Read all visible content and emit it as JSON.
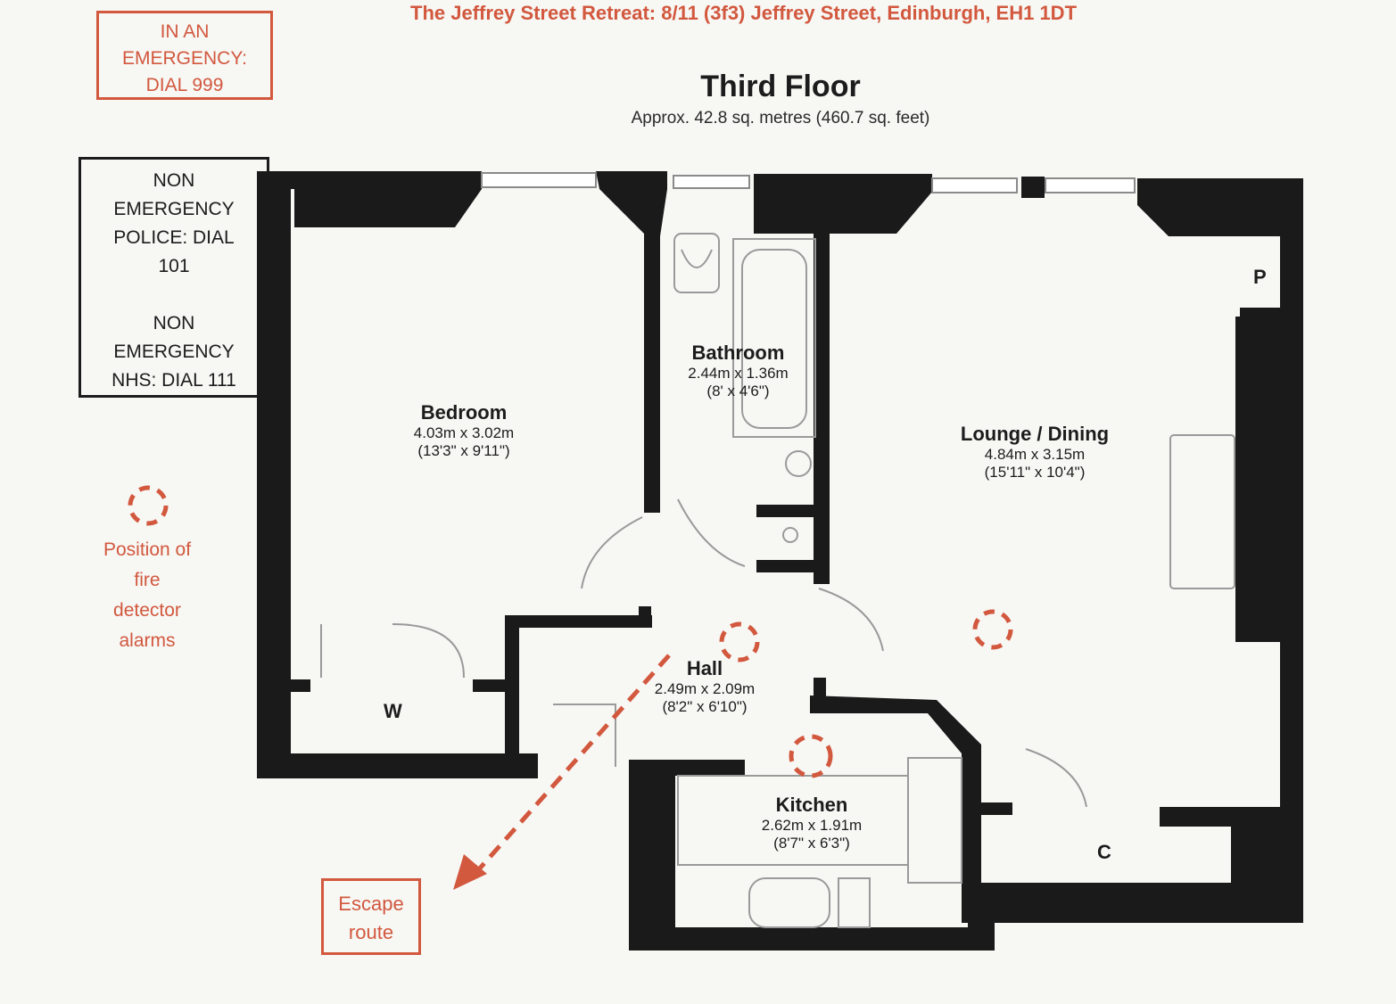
{
  "header": {
    "address": "The Jeffrey Street Retreat: 8/11 (3f3) Jeffrey Street, Edinburgh, EH1 1DT",
    "floor_title": "Third Floor",
    "floor_area": "Approx. 42.8 sq. metres (460.7 sq. feet)"
  },
  "emergency": {
    "line1": "IN AN",
    "line2": "EMERGENCY:",
    "line3": "DIAL 999"
  },
  "non_emergency": {
    "police_line1": "NON",
    "police_line2": "EMERGENCY",
    "police_line3": "POLICE: DIAL",
    "police_line4": "101",
    "nhs_line1": "NON",
    "nhs_line2": "EMERGENCY",
    "nhs_line3": "NHS: DIAL 111"
  },
  "legend": {
    "line1": "Position of",
    "line2": "fire",
    "line3": "detector",
    "line4": "alarms"
  },
  "escape": {
    "line1": "Escape",
    "line2": "route"
  },
  "rooms": {
    "bedroom": {
      "name": "Bedroom",
      "metric": "4.03m x 3.02m",
      "imperial": "(13'3\" x 9'11\")"
    },
    "bathroom": {
      "name": "Bathroom",
      "metric": "2.44m x 1.36m",
      "imperial": "(8' x 4'6\")"
    },
    "lounge": {
      "name": "Lounge / Dining",
      "metric": "4.84m x 3.15m",
      "imperial": "(15'11\" x 10'4\")"
    },
    "hall": {
      "name": "Hall",
      "metric": "2.49m x 2.09m",
      "imperial": "(8'2\" x 6'10\")"
    },
    "kitchen": {
      "name": "Kitchen",
      "metric": "2.62m x 1.91m",
      "imperial": "(8'7\" x 6'3\")"
    }
  },
  "markers": {
    "wardrobe": "W",
    "cupboard": "C",
    "press": "P"
  },
  "colors": {
    "accent": "#d2583e",
    "wall": "#1a1a1a",
    "paper": "#f7f7f4"
  }
}
